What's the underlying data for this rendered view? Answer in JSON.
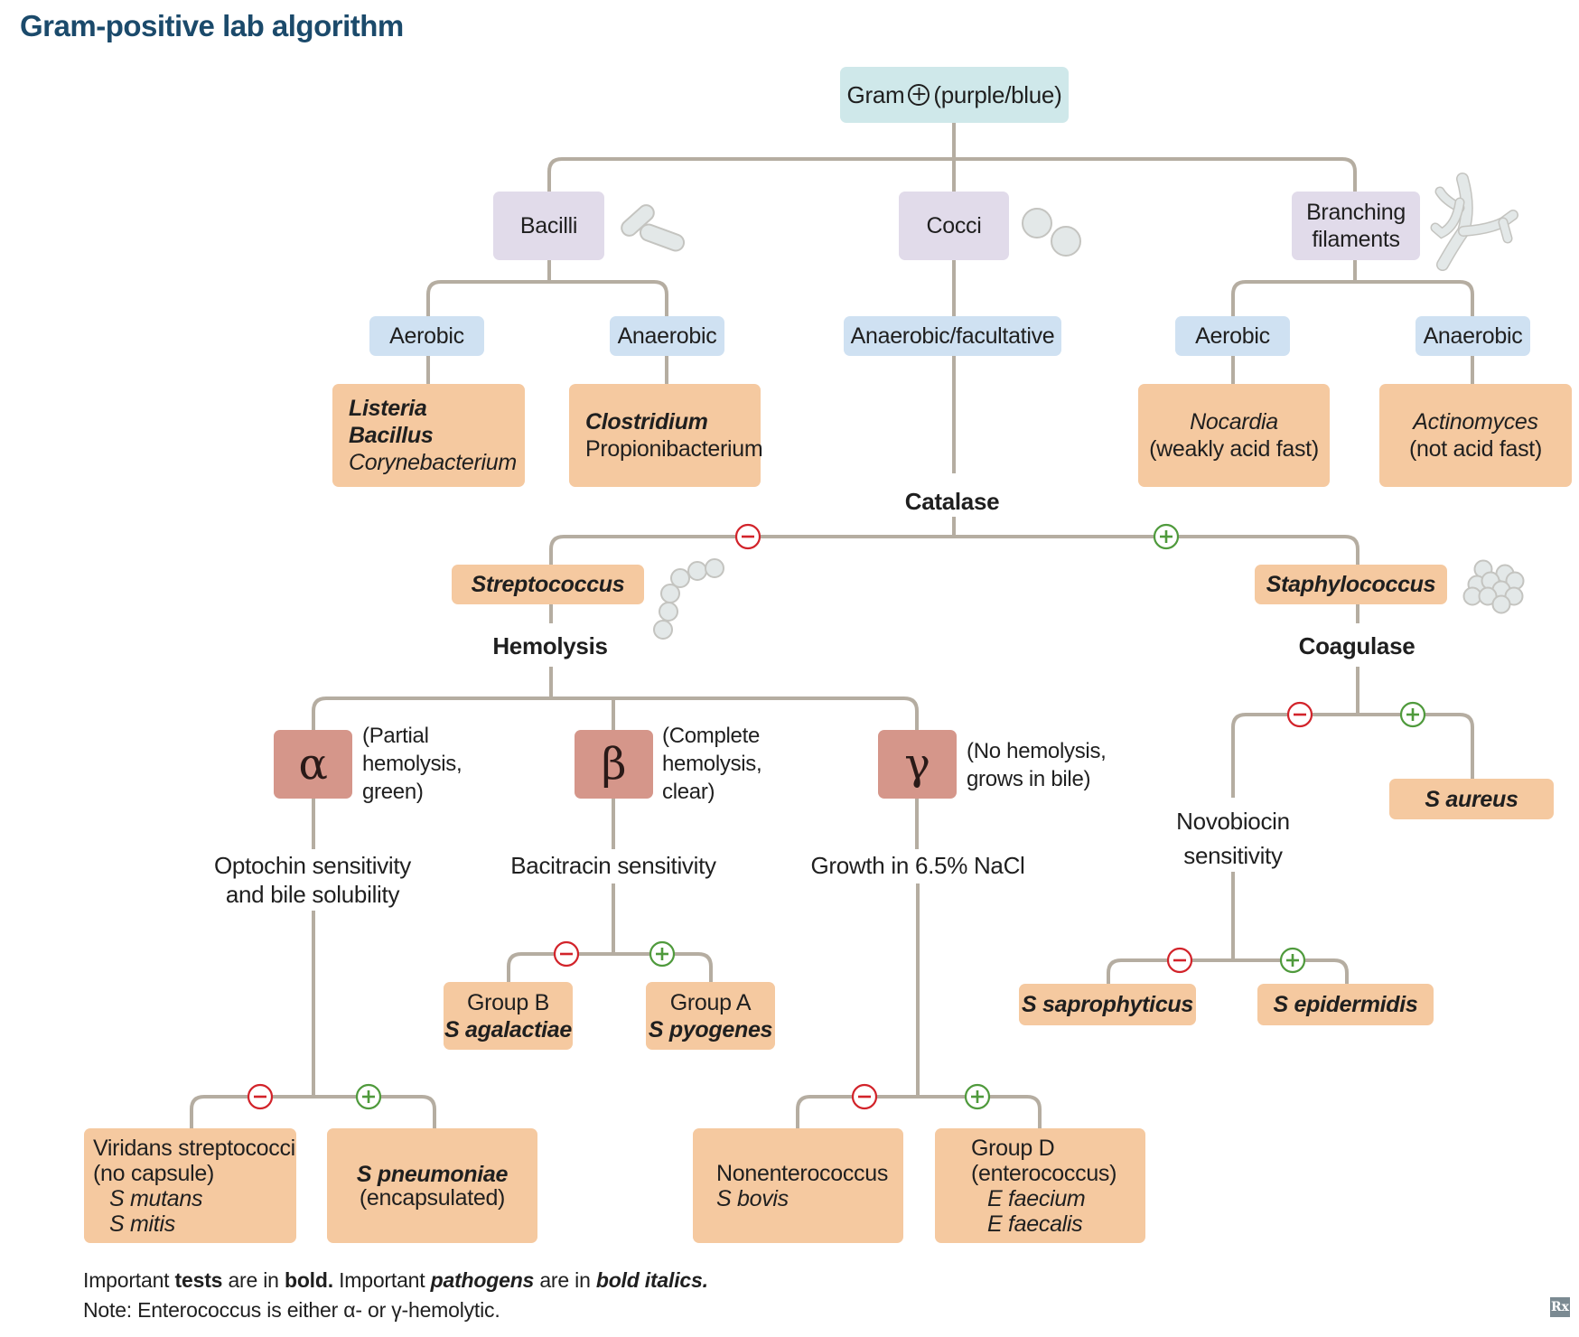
{
  "title": "Gram-positive lab algorithm",
  "colors": {
    "title": "#1b4a6b",
    "root_box": "#cfe8ea",
    "morphology_box": "#e1dbea",
    "oxygen_box": "#cfe1f2",
    "organism_box": "#f5c9a0",
    "hemolysis_box": "#d5968a",
    "connector": "#b5ada1",
    "negative": "#d2232a",
    "positive": "#4f9a3c"
  },
  "root": {
    "pre": "Gram",
    "sign": "+",
    "post": "(purple/blue)"
  },
  "morphology": {
    "bacilli": "Bacilli",
    "cocci": "Cocci",
    "branching": [
      "Branching",
      "filaments"
    ]
  },
  "oxygen": {
    "bacilli_aerobic": "Aerobic",
    "bacilli_anaerobic": "Anaerobic",
    "cocci": "Anaerobic/facultative",
    "branching_aerobic": "Aerobic",
    "branching_anaerobic": "Anaerobic"
  },
  "organisms": {
    "bacilli_aerobic": [
      {
        "text": "Listeria",
        "style": "bold-italic"
      },
      {
        "text": "Bacillus",
        "style": "bold-italic"
      },
      {
        "text": "Corynebacterium",
        "style": "italic"
      }
    ],
    "bacilli_anaerobic": [
      {
        "text": "Clostridium",
        "style": "bold-italic"
      },
      {
        "text": "Propionibacterium",
        "style": "normal"
      }
    ],
    "branching_aerobic": [
      {
        "text": "Nocardia",
        "style": "italic"
      },
      {
        "text": "(weakly acid fast)",
        "style": "normal"
      }
    ],
    "branching_anaerobic": [
      {
        "text": "Actinomyces",
        "style": "italic"
      },
      {
        "text": "(not acid fast)",
        "style": "normal"
      }
    ]
  },
  "tests": {
    "catalase": "Catalase",
    "hemolysis": "Hemolysis",
    "coagulase": "Coagulase",
    "optochin": [
      "Optochin sensitivity",
      "and bile solubility"
    ],
    "bacitracin": "Bacitracin sensitivity",
    "nacl": "Growth in 6.5% NaCl",
    "novobiocin": [
      "Novobiocin",
      "sensitivity"
    ]
  },
  "genera": {
    "strep": "Streptococcus",
    "staph": "Staphylococcus"
  },
  "hemolysis_types": {
    "alpha": {
      "symbol": "α",
      "desc": [
        "(Partial",
        "hemolysis,",
        "green)"
      ]
    },
    "beta": {
      "symbol": "β",
      "desc": [
        "(Complete",
        "hemolysis,",
        "clear)"
      ]
    },
    "gamma": {
      "symbol": "γ",
      "desc": [
        "(No hemolysis,",
        "grows in bile)"
      ]
    }
  },
  "results": {
    "viridans": [
      {
        "text": "Viridans streptococci",
        "style": "normal"
      },
      {
        "text": "(no capsule)",
        "style": "normal"
      },
      {
        "text": "S mutans",
        "style": "italic-indent"
      },
      {
        "text": "S mitis",
        "style": "italic-indent"
      }
    ],
    "pneumoniae": [
      {
        "text": "S pneumoniae",
        "style": "bold-italic"
      },
      {
        "text": "(encapsulated)",
        "style": "normal"
      }
    ],
    "group_b": [
      {
        "text": "Group B",
        "style": "normal"
      },
      {
        "text": "S agalactiae",
        "style": "bold-italic"
      }
    ],
    "group_a": [
      {
        "text": "Group A",
        "style": "normal"
      },
      {
        "text": "S pyogenes",
        "style": "bold-italic"
      }
    ],
    "nonentero": [
      {
        "text": "Nonenterococcus",
        "style": "normal"
      },
      {
        "text": "S bovis",
        "style": "italic"
      }
    ],
    "group_d": [
      {
        "text": "Group D",
        "style": "normal"
      },
      {
        "text": "(enterococcus)",
        "style": "normal"
      },
      {
        "text": "E faecium",
        "style": "italic-indent"
      },
      {
        "text": "E faecalis",
        "style": "italic-indent"
      }
    ],
    "saureus": "S aureus",
    "saprophyticus": "S saprophyticus",
    "epidermidis": "S epidermidis"
  },
  "signs": {
    "negative": "−",
    "positive": "+"
  },
  "footer": {
    "line1": [
      {
        "text": "Important ",
        "style": "normal"
      },
      {
        "text": "tests",
        "style": "bold"
      },
      {
        "text": " are in ",
        "style": "normal"
      },
      {
        "text": "bold.",
        "style": "bold"
      },
      {
        "text": " Important ",
        "style": "normal"
      },
      {
        "text": "pathogens",
        "style": "bold-italic"
      },
      {
        "text": " are in ",
        "style": "normal"
      },
      {
        "text": "bold italics.",
        "style": "bold-italic"
      }
    ],
    "line2": "Note: Enterococcus is either α- or γ-hemolytic."
  },
  "logo": "Rx"
}
